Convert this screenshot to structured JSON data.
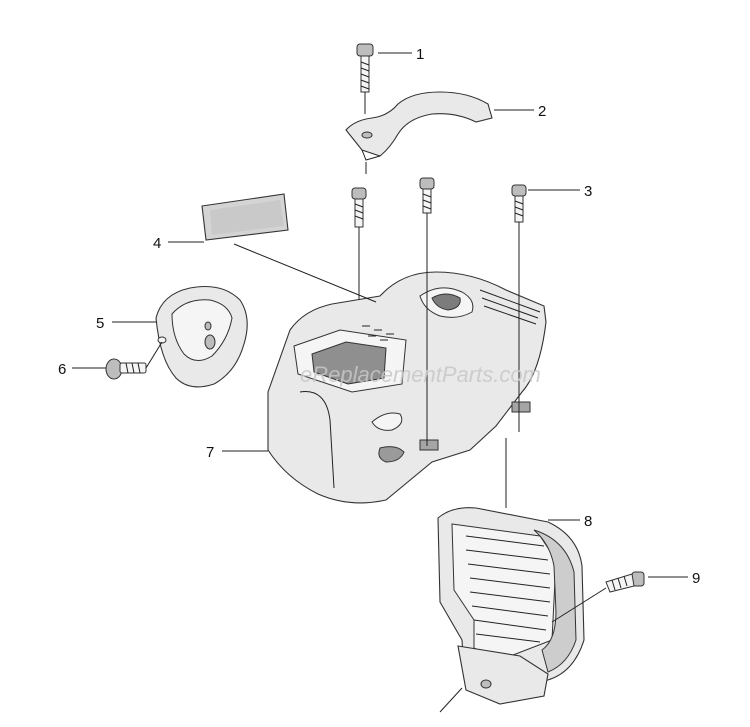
{
  "watermark": "eReplacementParts.com",
  "callouts": [
    "1",
    "2",
    "3",
    "4",
    "5",
    "6",
    "7",
    "8",
    "9"
  ]
}
